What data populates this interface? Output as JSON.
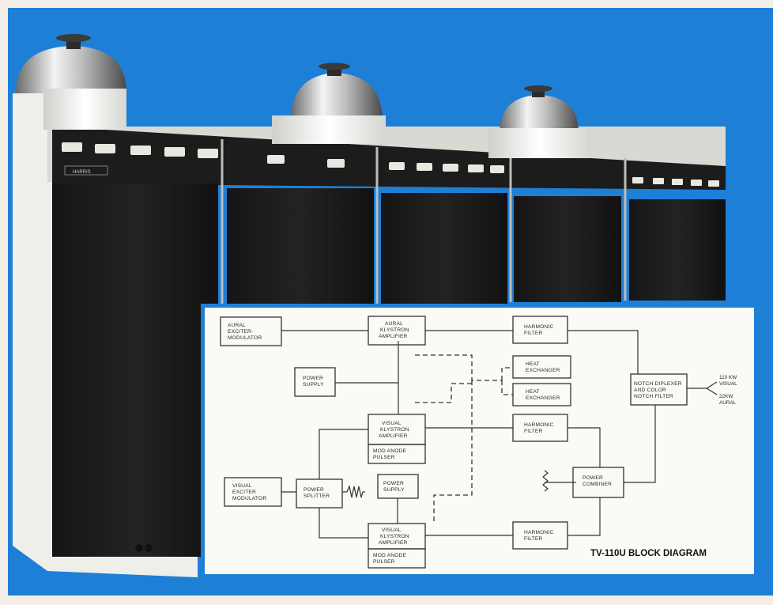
{
  "diagram": {
    "title": "TV-110U BLOCK DIAGRAM",
    "blocks": {
      "aural_exciter": [
        "AURAL",
        "EXCITER-",
        "MODULATOR"
      ],
      "aural_klystron": [
        "AURAL",
        "KLYSTRON",
        "AMPLIFIER"
      ],
      "harmonic_filter_1": [
        "HARMONIC",
        "FILTER"
      ],
      "heat_exchanger_1": [
        "HEAT",
        "EXCHANGER"
      ],
      "heat_exchanger_2": [
        "HEAT",
        "EXCHANGER"
      ],
      "power_supply_1": [
        "POWER",
        "SUPPLY"
      ],
      "notch_diplexer": [
        "NOTCH DIPLEXER",
        "AND COLOR",
        "NOTCH FILTER"
      ],
      "visual_klystron_1": [
        "VISUAL",
        "KLYSTRON",
        "AMPLIFIER"
      ],
      "mod_anode_1": [
        "MOD ANODE",
        "PULSER"
      ],
      "harmonic_filter_2": [
        "HARMONIC",
        "FILTER"
      ],
      "visual_exciter": [
        "VISUAL",
        "EXCITER",
        "MODULATOR"
      ],
      "power_splitter": [
        "POWER",
        "SPLITTER"
      ],
      "power_supply_2": [
        "POWER",
        "SUPPLY"
      ],
      "power_combiner": [
        "POWER",
        "COMBINER"
      ],
      "visual_klystron_2": [
        "VISUAL",
        "KLYSTRON",
        "AMPLIFIER"
      ],
      "mod_anode_2": [
        "MOD ANODE",
        "PULSER"
      ],
      "harmonic_filter_3": [
        "HARMONIC",
        "FILTER"
      ]
    },
    "outputs": {
      "visual_power": "110 KW",
      "visual_label": "VISUAL",
      "aural_power": "22KW",
      "aural_label": "AURAL"
    }
  },
  "photo": {
    "panel_brand": "HARRIS"
  },
  "colors": {
    "background_blue": "#1e7fd6",
    "cabinet_black": "#1b1b1b",
    "cabinet_white": "#efefe9",
    "diagram_paper": "#fbfaf5"
  }
}
